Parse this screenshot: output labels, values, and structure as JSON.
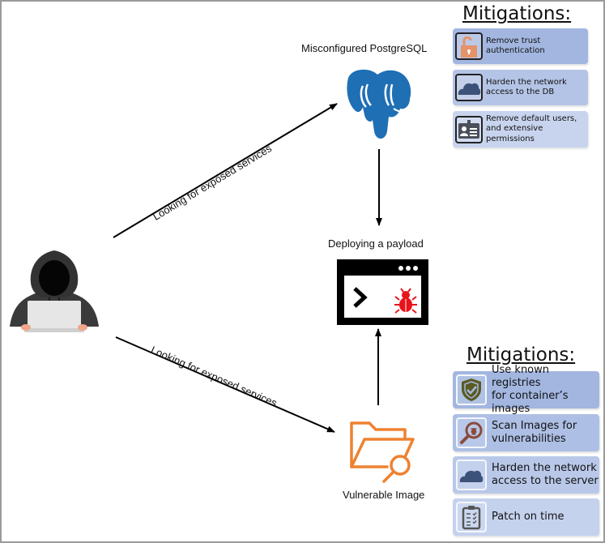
{
  "diagram": {
    "attacker": {
      "icon": "hooded-hacker-with-laptop-icon"
    },
    "edges": [
      {
        "from": "attacker",
        "to": "postgresql",
        "label": "Looking for exposed services"
      },
      {
        "from": "attacker",
        "to": "vulnerable_image",
        "label": "Looking for exposed services"
      },
      {
        "from": "postgresql",
        "to": "payload",
        "label": ""
      },
      {
        "from": "vulnerable_image",
        "to": "payload",
        "label": ""
      }
    ],
    "nodes": {
      "postgresql": {
        "label": "Misconfigured PostgreSQL",
        "icon": "postgresql-elephant-icon",
        "color": "#1f6fb5"
      },
      "payload": {
        "label": "Deploying a payload",
        "icon": "terminal-window-with-bug-icon",
        "bug_color": "#e8141b"
      },
      "vulnerable_image": {
        "label": "Vulnerable Image",
        "icon": "folder-search-icon",
        "color": "#ee8230"
      }
    }
  },
  "mitigations_top": {
    "title": "Mitigations:",
    "items": [
      {
        "icon": "unlocked-padlock-icon",
        "text": "Remove trust authentication",
        "lines": [
          "Remove trust",
          "authentication"
        ],
        "color": "#a2b6e0"
      },
      {
        "icon": "cloud-icon",
        "text": "Harden the network access to the DB",
        "lines": [
          "Harden the network",
          "access to the DB"
        ],
        "color": "#b4c4e6"
      },
      {
        "icon": "id-badge-icon",
        "text": "Remove default users, and extensive permissions",
        "lines": [
          "Remove default users,",
          "and extensive",
          "permissions"
        ],
        "color": "#c8d4ee"
      }
    ]
  },
  "mitigations_bottom": {
    "title": "Mitigations:",
    "items": [
      {
        "icon": "shield-check-icon",
        "text": "Use known registries for container's images",
        "lines": [
          "Use known registries",
          "for container’s images"
        ],
        "color": "#a2b6e0"
      },
      {
        "icon": "magnifier-bug-icon",
        "text": "Scan Images for vulnerabilities",
        "lines": [
          "Scan Images for",
          "vulnerabilities"
        ],
        "color": "#adbfe4"
      },
      {
        "icon": "cloud-icon",
        "text": "Harden the network access to the server",
        "lines": [
          "Harden the network",
          "access to the server"
        ],
        "color": "#b9c8e9"
      },
      {
        "icon": "clipboard-checklist-icon",
        "text": "Patch on time",
        "lines": [
          "Patch on time"
        ],
        "color": "#c5d2ee"
      }
    ]
  }
}
